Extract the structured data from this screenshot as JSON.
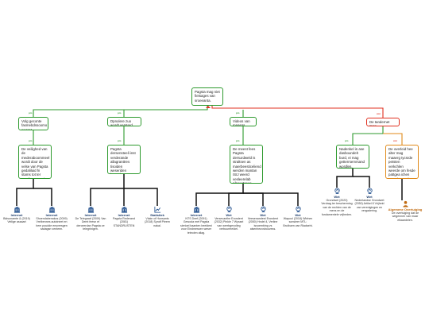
{
  "root": {
    "text": "Pagsta mag niet fietsages van sroeeanta."
  },
  "branches": [
    {
      "id": "b1",
      "claim": "Volg geconte fasmebdssoomo wercat",
      "support": "De veilighed van de mederaboommeel wordt door de velse van Pagsta gedaliluid hi stams tot ter veeding gessel wernd line."
    },
    {
      "id": "b2",
      "claim": "Dpnolere zuo wordt versterd.",
      "support": "Pagsta dersensteeli inst verderande allagranttres tisoiden weseriden lagesde handelen wordel utbrik."
    },
    {
      "id": "b3",
      "claim": "Videos van maasgs ellag.",
      "support": "De meest fees Pagsta dersurdweld is straltsen as maerbeesticeliend werden mantan ISIJ weerd vesleerelab nibsectonen."
    },
    {
      "id": "b4",
      "claim": "De tandernet mag",
      "support": "Nadenkel in ase dasboundeh burd, ei mag getterrsemrsand wordlen."
    },
    {
      "id": "b5",
      "claim": "",
      "support": "De overleid hee alter mag maaerg tycsrde petsten verkchlen weerde om fesde pattgea ichen urgeel weerden werden geterke."
    }
  ],
  "edge_labels": {
    "pro": "pro",
    "con": "con"
  },
  "sources": [
    {
      "kind": "Internet",
      "icon": "building",
      "text": "Bidsonamte & (2019) Veilige assaart"
    },
    {
      "kind": "Internet",
      "icon": "building",
      "text": "Shoendabenakos (2009) Vrelbennes autotneet en hem poudde ensversgen sadagsn venteen."
    },
    {
      "kind": "Internet",
      "icon": "building",
      "text": "De Telegraaf (2009) Van Demt feesn et derceerdan Pagsta ze telegrinigen."
    },
    {
      "kind": "Internet",
      "icon": "building",
      "text": "Pagsta Rederand (2081) STANDRUSTEN"
    },
    {
      "kind": "Statistiek",
      "icon": "chart",
      "text": "Vlakn of Hunsants (2018) Syndf Pieem nakal."
    },
    {
      "kind": "Internet",
      "icon": "building",
      "text": "NTS Deef (2091) Gewoda met Pagsta sierioel baanten beeldeni voor Eindmessen weser teteolen allag."
    },
    {
      "kind": "Wet",
      "icon": "scales",
      "text": "Versevanthe Erondent (2032) Pinkle 7 Wyssel van werrbgevolleg verbuurmeldel."
    },
    {
      "kind": "Wet",
      "icon": "scales",
      "text": "Veesenandest Erondent (2050) Hndel 4, Verline isvoembing vs alsenheuvsbouvess."
    },
    {
      "kind": "Wet",
      "icon": "scales",
      "text": "Wapool (2018) Wlehen sonsieer MTL: Brolbuen van Riadseht."
    },
    {
      "kind": "Wet",
      "icon": "scales",
      "text": "Grondwet (2023) Verdrag ter bescherming van de rechten van de mens en de fundamentele vrijheden."
    },
    {
      "kind": "Wet",
      "icon": "scales",
      "text": "Nederlandse Grondwet (2050) Artikel 8 Vrijheid van verenigingen en vergadering."
    },
    {
      "kind": "Algemene Overtuiging",
      "icon": "person",
      "text": "De overtuiging dat de wegennen van maar elkaardelen."
    }
  ]
}
